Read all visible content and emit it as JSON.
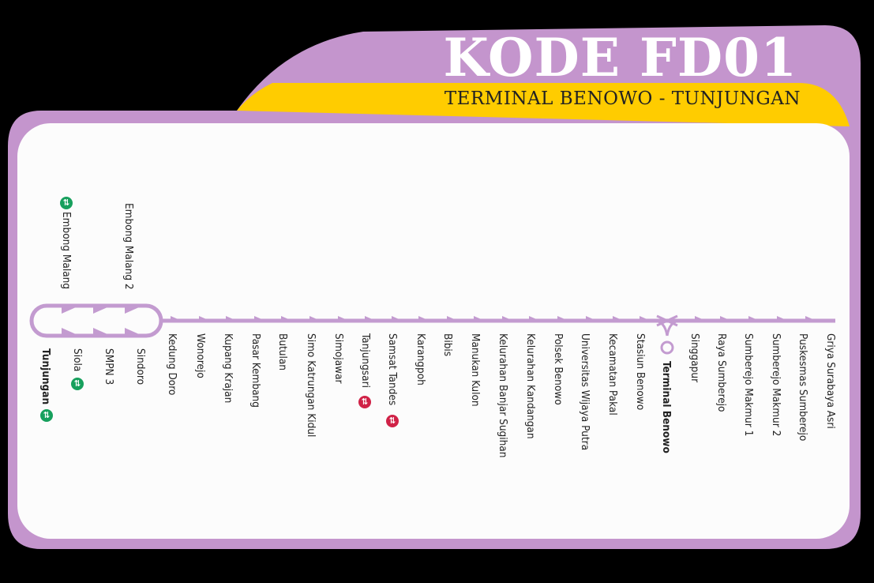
{
  "header": {
    "title": "KODE FD01",
    "route": "TERMINAL BENOWO - TUNJUNGAN"
  },
  "colors": {
    "frame": "#c495cd",
    "banner_yellow": "#ffcc00",
    "panel": "#fcfcfc",
    "line": "#c39bd0",
    "transfer_green": "#17a05d",
    "transfer_red": "#d02247"
  },
  "stops": {
    "embong_malang": "Embong Malang",
    "embong_malang_2": "Embong Malang 2",
    "tunjungan": "Tunjungan",
    "siola": "Siola",
    "smpn_3": "SMPN 3",
    "sindoro": "Sindoro",
    "kedung_doro": "Kedung Doro",
    "wonorejo": "Wonorejo",
    "kupang_krajan": "Kupang Krajan",
    "pasar_kembang": "Pasar Kembang",
    "butulan": "Butulan",
    "simo_katrungan_kidul": "Simo Katrungan Kidul",
    "simojawar": "Simojawar",
    "tanjungsari": "Tanjungsari",
    "samsat_tandes": "Samsat Tandes",
    "karangpoh": "Karangpoh",
    "bibis": "Bibis",
    "manukan_kulon": "Manukan Kulon",
    "kelurahan_banjar_sugihan": "Kelurahan Banjar Sugihan",
    "kelurahan_kandangan": "Kelurahan Kandangan",
    "polsek_benowo": "Polsek Benowo",
    "universitas_wijaya_putra": "Universitas Wijaya Putra",
    "kecamatan_pakal": "Kecamatan Pakal",
    "stasiun_benowo": "Stasiun Benowo",
    "terminal_benowo": "Terminal Benowo",
    "singgapur": "Singgapur",
    "raya_sumberejo": "Raya Sumberejo",
    "sumberejo_makmur_1": "Sumberejo Makmur 1",
    "sumberejo_makmur_2": "Sumberejo Makmur 2",
    "puskesmas_sumberejo": "Puskesmas Sumberejo",
    "griya_surabaya_asri": "Griya Surabaya Asri"
  },
  "icons": {
    "transfer": "transfer-icon"
  }
}
